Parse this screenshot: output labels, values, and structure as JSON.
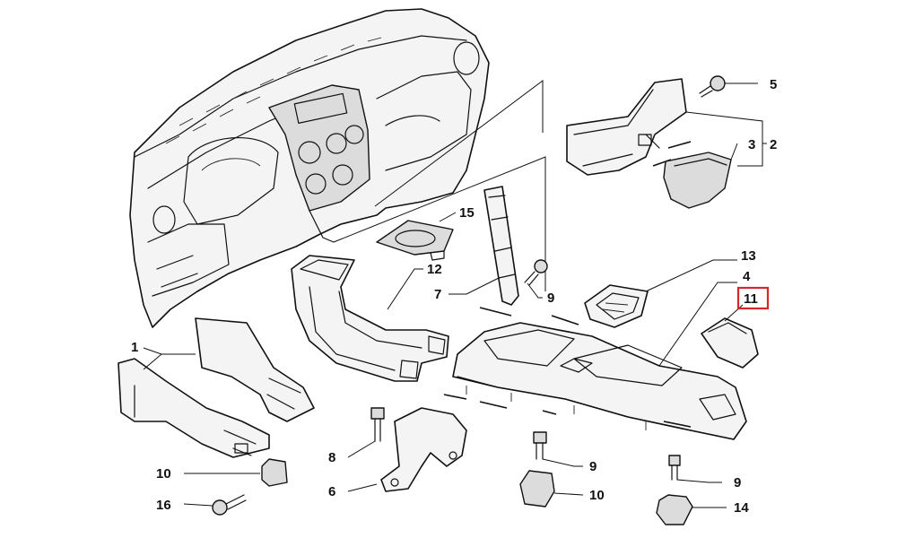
{
  "diagram": {
    "callouts": {
      "c1": "1",
      "c2": "2",
      "c3": "3",
      "c4": "4",
      "c5": "5",
      "c6": "6",
      "c7": "7",
      "c8": "8",
      "c9a": "9",
      "c9b": "9",
      "c9c": "9",
      "c10a": "10",
      "c10b": "10",
      "c11": "11",
      "c12": "12",
      "c13": "13",
      "c14": "14",
      "c15": "15",
      "c16": "16"
    },
    "highlighted_part": "11",
    "highlight_color": "#d8262b"
  }
}
